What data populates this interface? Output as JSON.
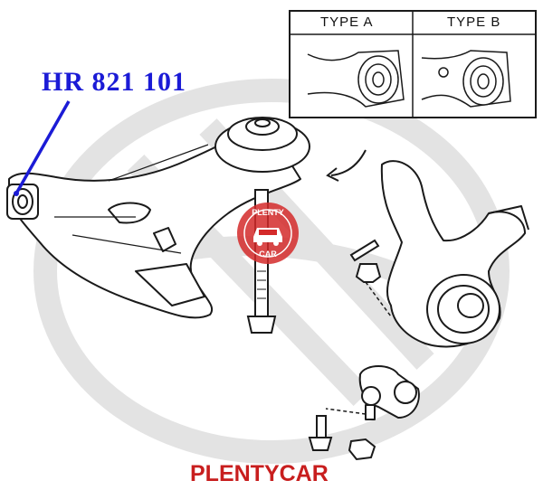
{
  "part_number": "HR 821 101",
  "inset": {
    "type_a_label": "TYPE A",
    "type_b_label": "TYPE B"
  },
  "brand_text": "PLENTYCAR",
  "stamp": {
    "top_text": "PLENTY",
    "bottom_text": "CAR"
  },
  "colors": {
    "callout_blue": "#1b1bd6",
    "brand_red": "#c81e1e",
    "watermark_gray": "#e2e2e2",
    "line": "#1a1a1a"
  },
  "icons": [
    "car-icon",
    "rotation-arrow-icon"
  ]
}
